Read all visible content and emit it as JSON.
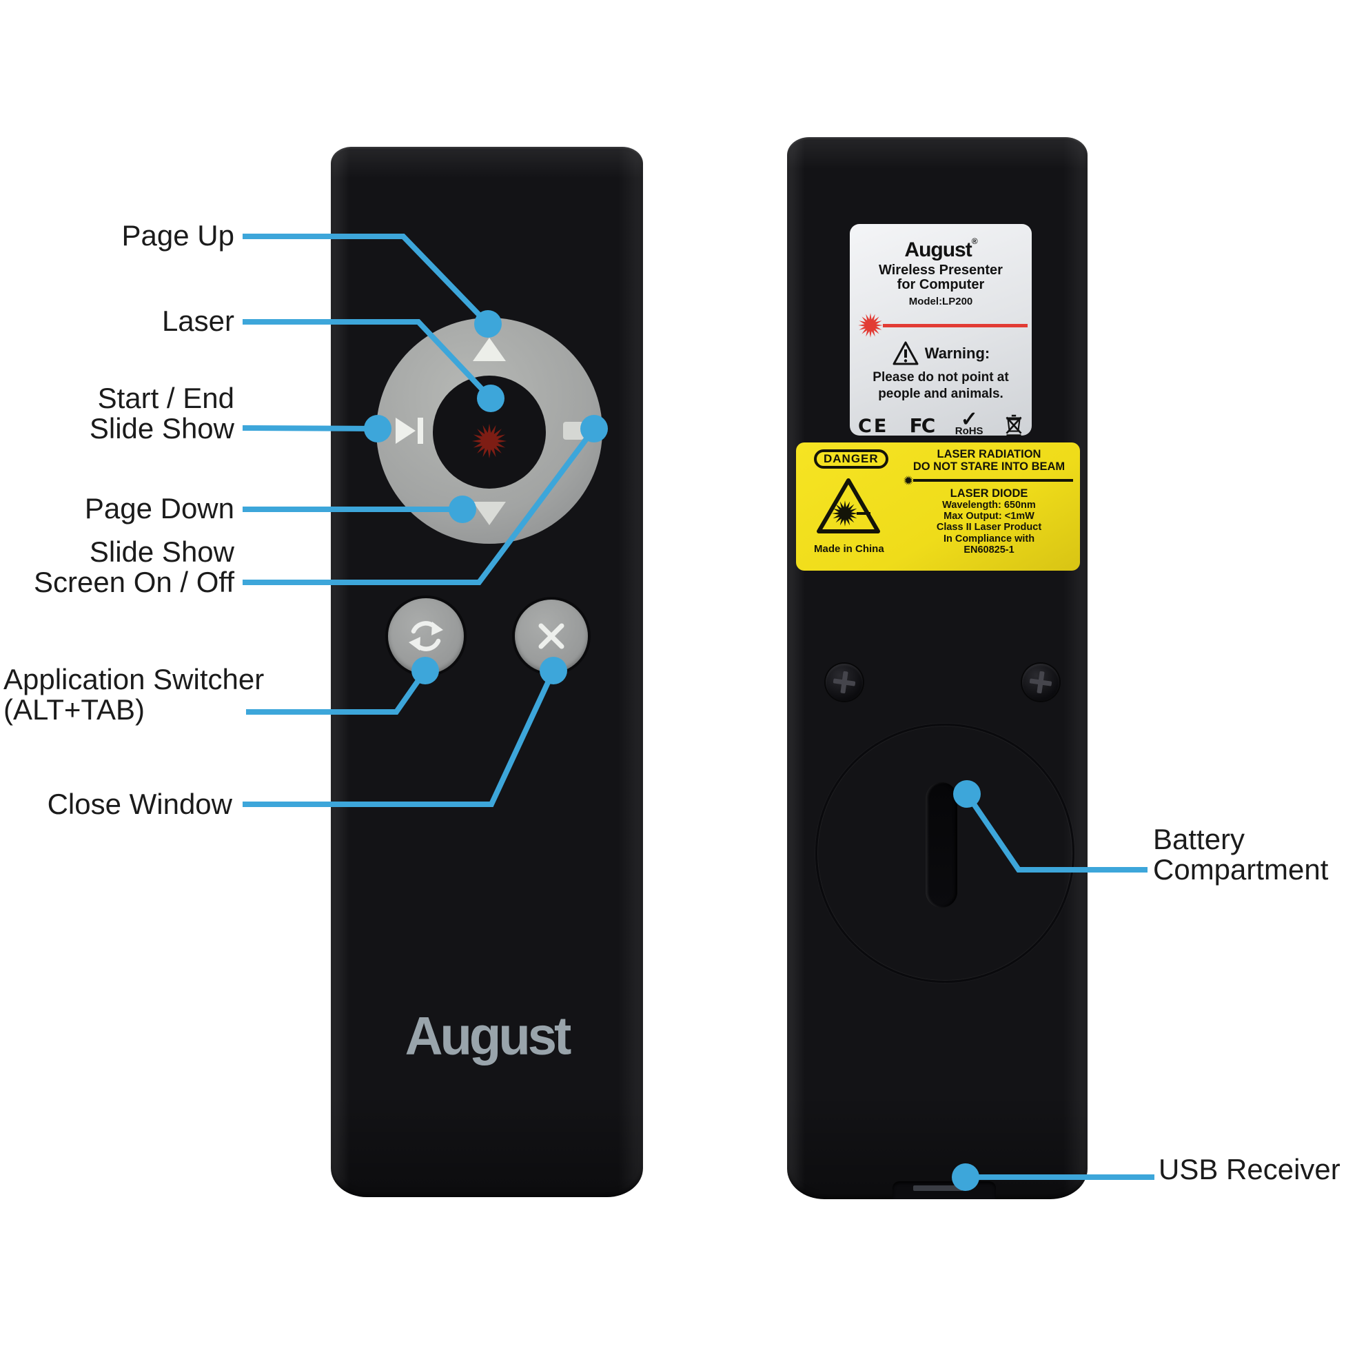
{
  "colors": {
    "callout_blue": "#3da6da",
    "remote_black": "#131316",
    "pad_gray": "#a9abaa",
    "laser_red": "#e23b34",
    "sticker_yellow": "#f2df1d",
    "logo_gray": "#99a4ab"
  },
  "front_remote": {
    "logo": "August",
    "callouts": {
      "page_up": "Page Up",
      "laser": "Laser",
      "start_end_line1": "Start / End",
      "start_end_line2": "Slide Show",
      "page_down": "Page Down",
      "screen_line1": "Slide Show",
      "screen_line2": "Screen On / Off",
      "app_switcher_line1": "Application Switcher",
      "app_switcher_line2": "(ALT+TAB)",
      "close_window": "Close Window"
    }
  },
  "back_remote": {
    "white_label": {
      "brand": "August",
      "reg_mark": "®",
      "title_line1": "Wireless Presenter",
      "title_line2": "for Computer",
      "model": "Model:LP200",
      "warning_title": "Warning:",
      "warning_line1": "Please do not point at",
      "warning_line2": "people and animals.",
      "cert_ce": "CE",
      "cert_fcc": "FC",
      "cert_rohs": "RoHS",
      "cert_rohs_check": "✓"
    },
    "yellow_label": {
      "danger": "DANGER",
      "radiation_line1": "LASER RADIATION",
      "radiation_line2": "DO NOT STARE INTO BEAM",
      "diode_title": "LASER DIODE",
      "specs": [
        "Wavelength: 650nm",
        "Max Output: <1mW",
        "Class II  Laser Product",
        "In Compliance with",
        "EN60825-1"
      ],
      "made_in": "Made in China"
    },
    "callouts": {
      "battery_line1": "Battery",
      "battery_line2": "Compartment",
      "usb": "USB Receiver"
    }
  }
}
